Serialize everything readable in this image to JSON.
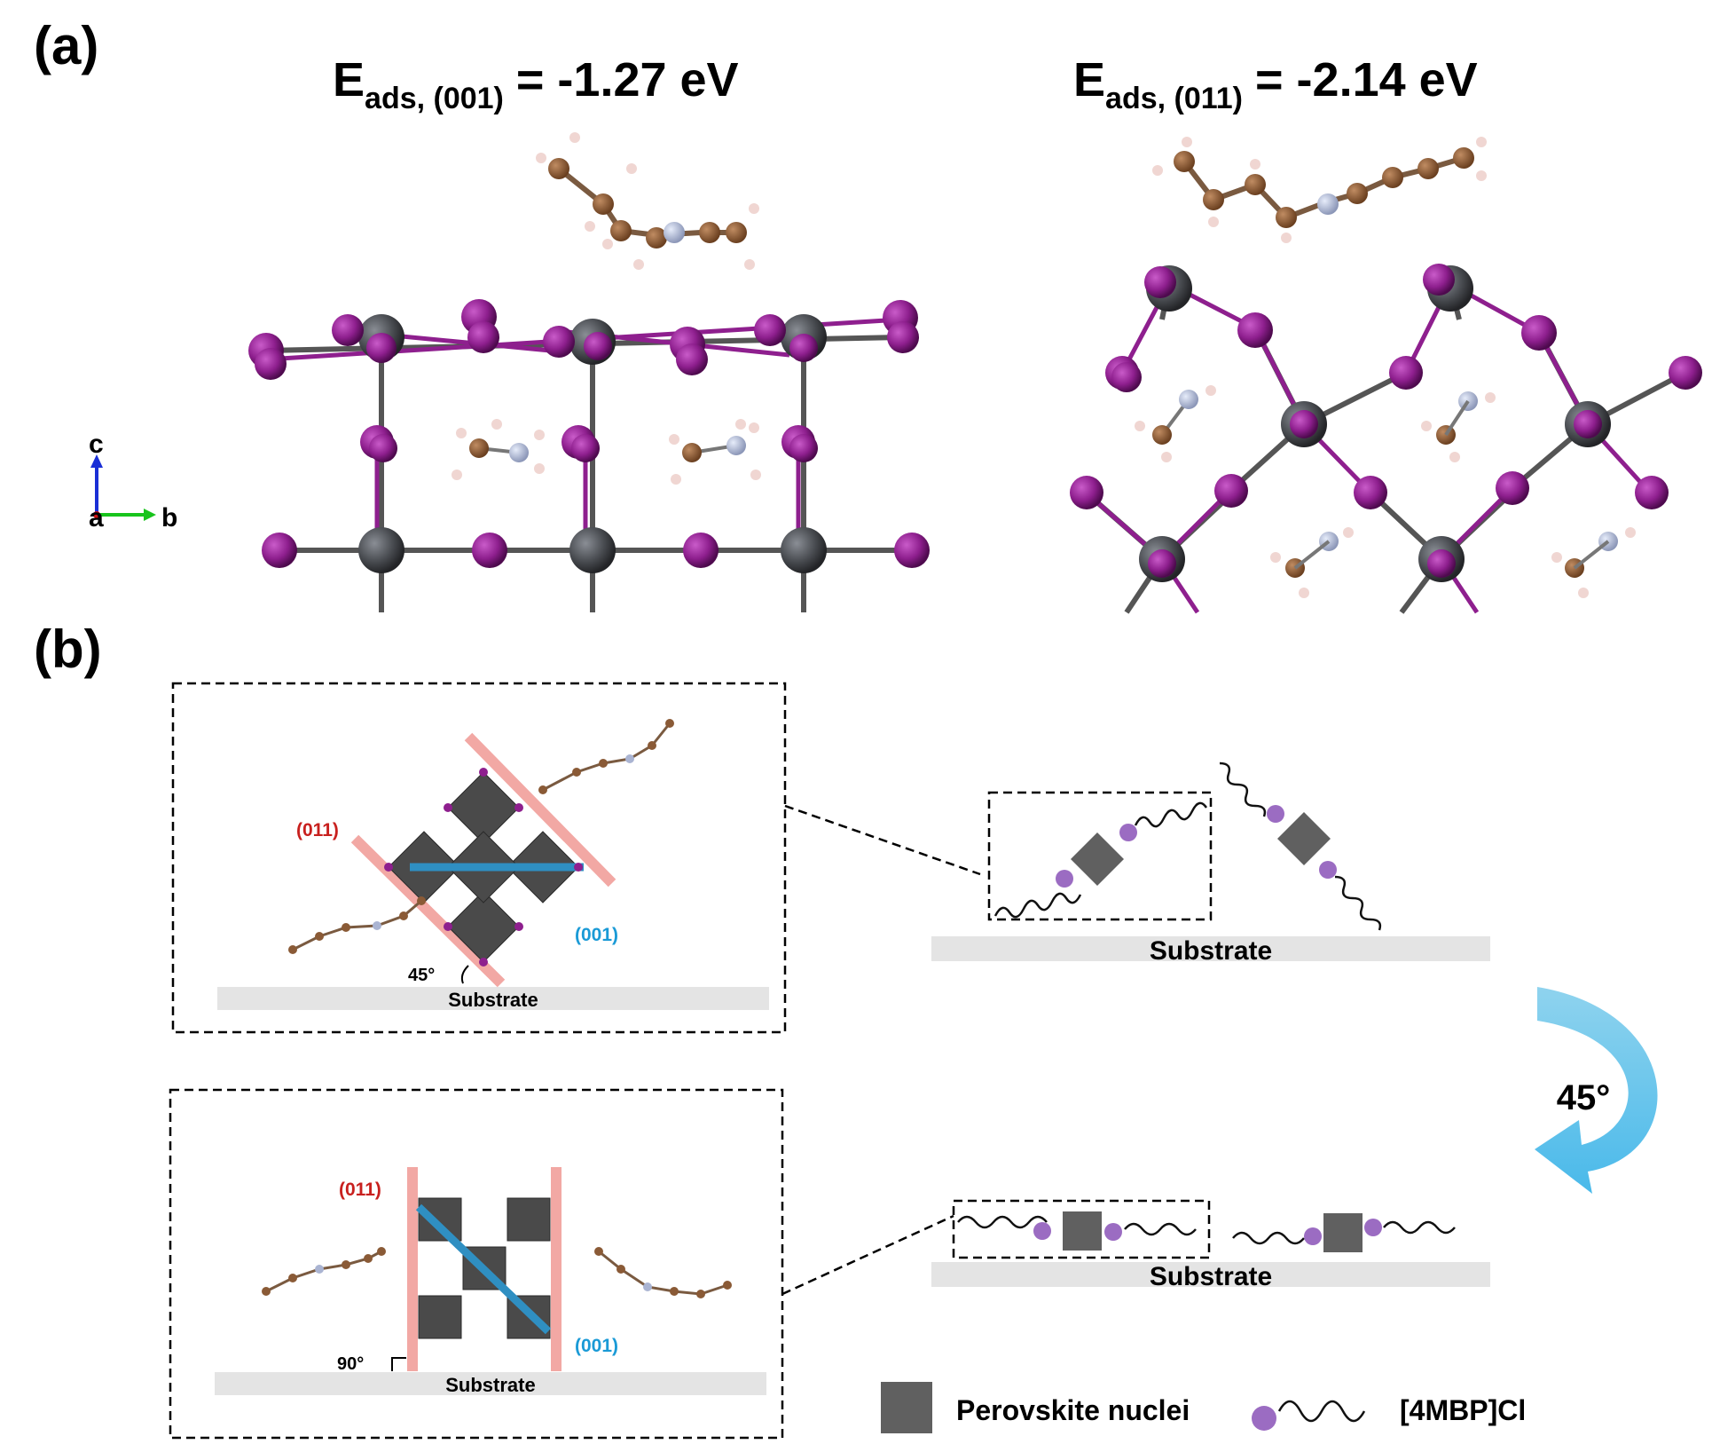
{
  "panel_a": {
    "label": "(a)",
    "eq_left": {
      "E": "E",
      "sub": "ads, (001)",
      "value": "= -1.27 eV"
    },
    "eq_right": {
      "E": "E",
      "sub": "ads, (011)",
      "value": "= -2.14 eV"
    },
    "axes": {
      "c": "c",
      "a": "a",
      "b": "b"
    }
  },
  "panel_b": {
    "label": "(b)",
    "top_inset": {
      "plane_red": "(011)",
      "plane_blue": "(001)",
      "angle": "45°",
      "substrate": "Substrate"
    },
    "bottom_inset": {
      "plane_red": "(011)",
      "plane_blue": "(001)",
      "angle": "90°",
      "substrate": "Substrate"
    },
    "schematic_top_substrate": "Substrate",
    "schematic_bottom_substrate": "Substrate",
    "rotation": "45°",
    "legend": {
      "nuclei": "Perovskite nuclei",
      "ligand": "[4MBP]Cl"
    }
  },
  "colors": {
    "iodide": "#8e1f8e",
    "lead": "#4a4d52",
    "carbon": "#8a5a36",
    "nitrogen": "#aab4d2",
    "hydrogen": "#f0d6d2",
    "plane_red": "#f2a8a4",
    "plane_blue": "#2f8fc2",
    "label_red": "#c8201e",
    "label_blue": "#1a9ad6",
    "ligand_dot": "#9b6cc2",
    "nuclei": "#606060",
    "substrate": "#e4e4e4",
    "arrow": "#5bc3ea"
  }
}
